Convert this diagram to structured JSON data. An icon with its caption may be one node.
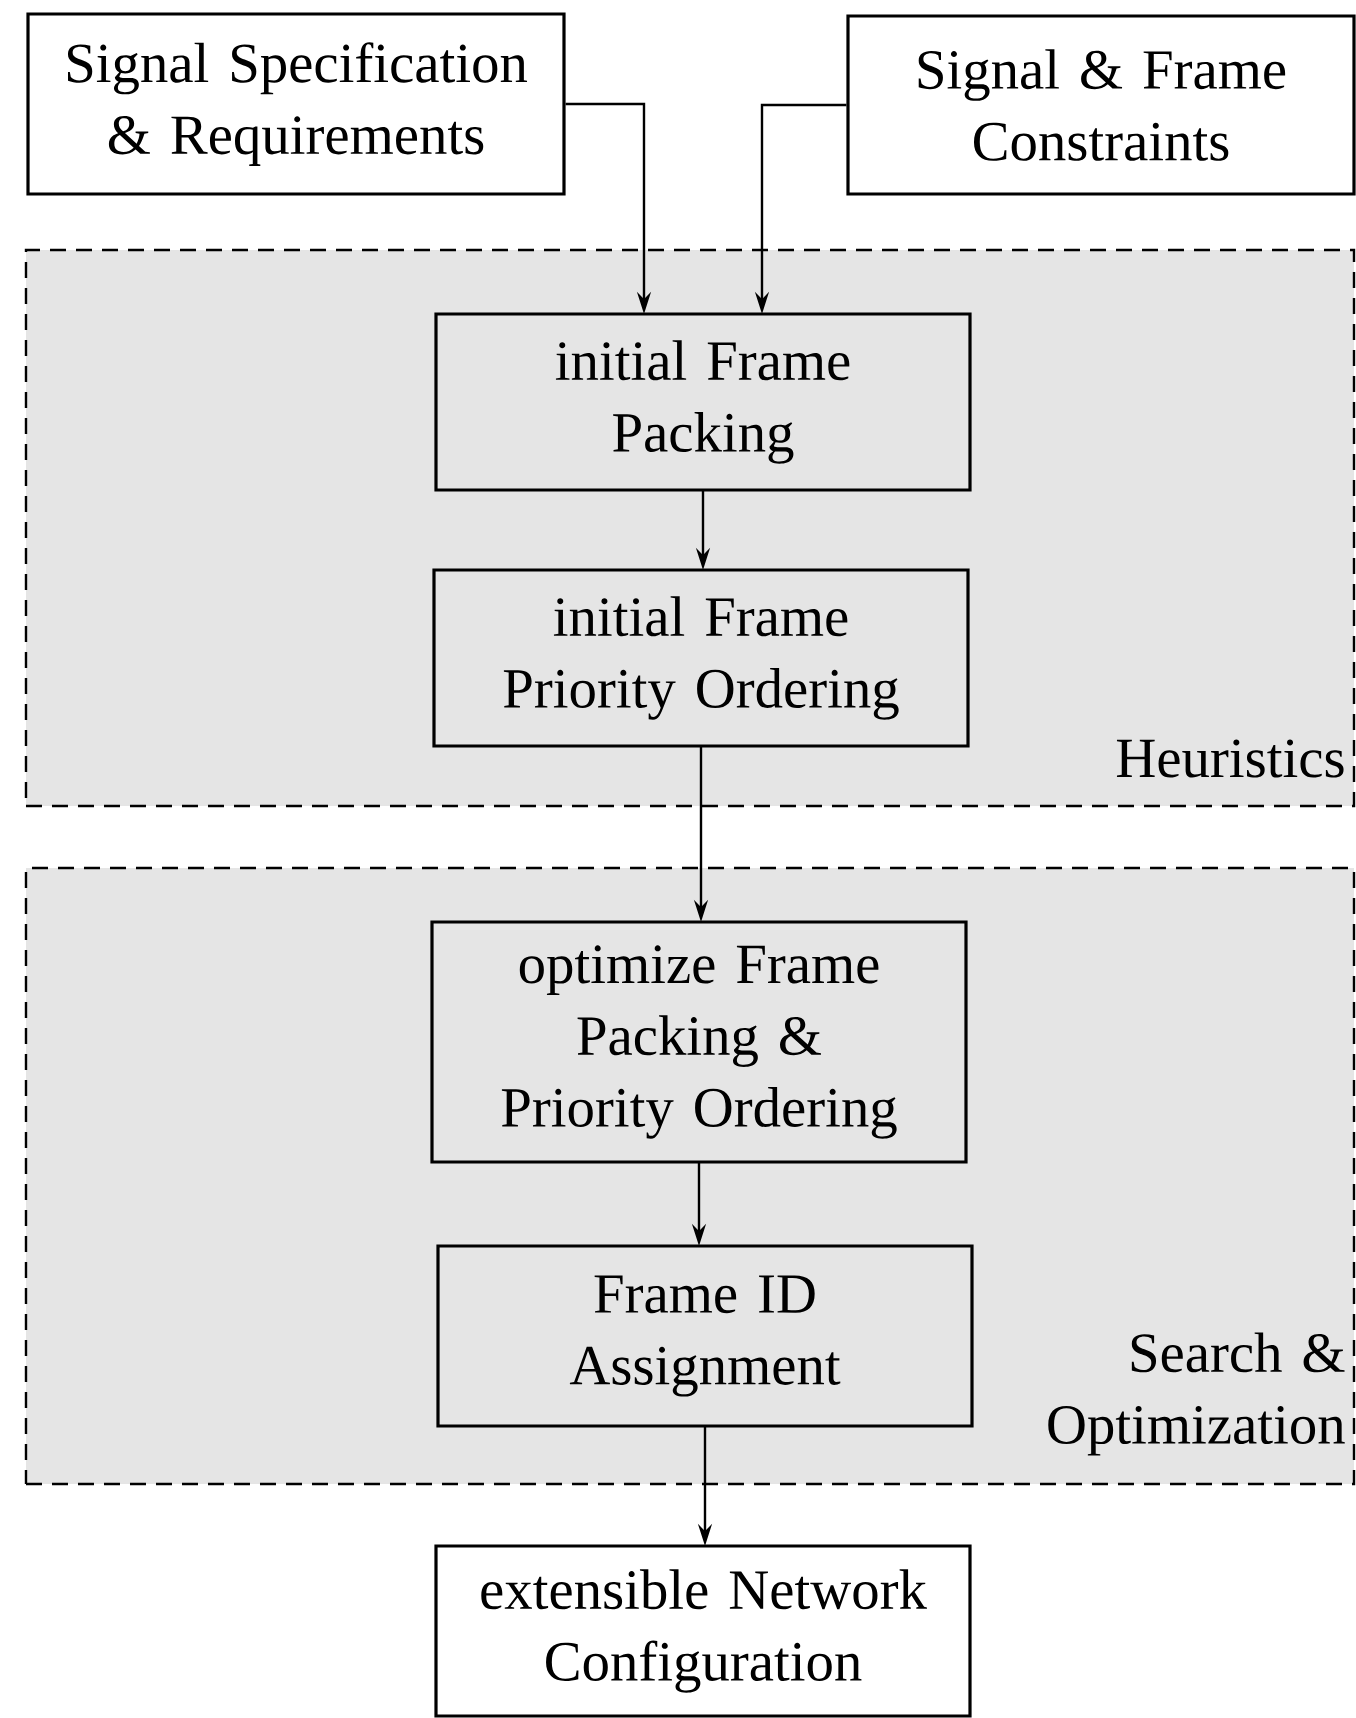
{
  "diagram": {
    "nodes": [
      {
        "text": [
          "Signal Specification & Requirements"
        ]
      },
      {
        "text": [
          "Signal & Frame Constraints"
        ]
      },
      {
        "text": [
          "Heuristics"
        ]
      },
      {
        "text": [
          "initial Frame Packing"
        ],
        "in": 2
      },
      {
        "text": [
          "initial Frame Priority Ordering"
        ],
        "in": 2
      },
      {
        "text": [
          "Search & Optimization"
        ]
      },
      {
        "text": [
          "optimize Frame Packing & Priority Ordering"
        ],
        "in": 5
      },
      {
        "text": [
          "Frame ID Assignment"
        ],
        "in": 5
      },
      {
        "text": [
          "extensible Network Configuration"
        ]
      }
    ],
    "edges": [
      {
        "from": 0,
        "to": 3,
        "arrow": "to"
      },
      {
        "from": 1,
        "to": 3,
        "arrow": "to"
      },
      {
        "from": 3,
        "to": 4,
        "arrow": "to"
      },
      {
        "from": 4,
        "to": 6,
        "arrow": "to"
      },
      {
        "from": 6,
        "to": 7,
        "arrow": "to"
      },
      {
        "from": 7,
        "to": 8,
        "arrow": "to"
      }
    ]
  }
}
